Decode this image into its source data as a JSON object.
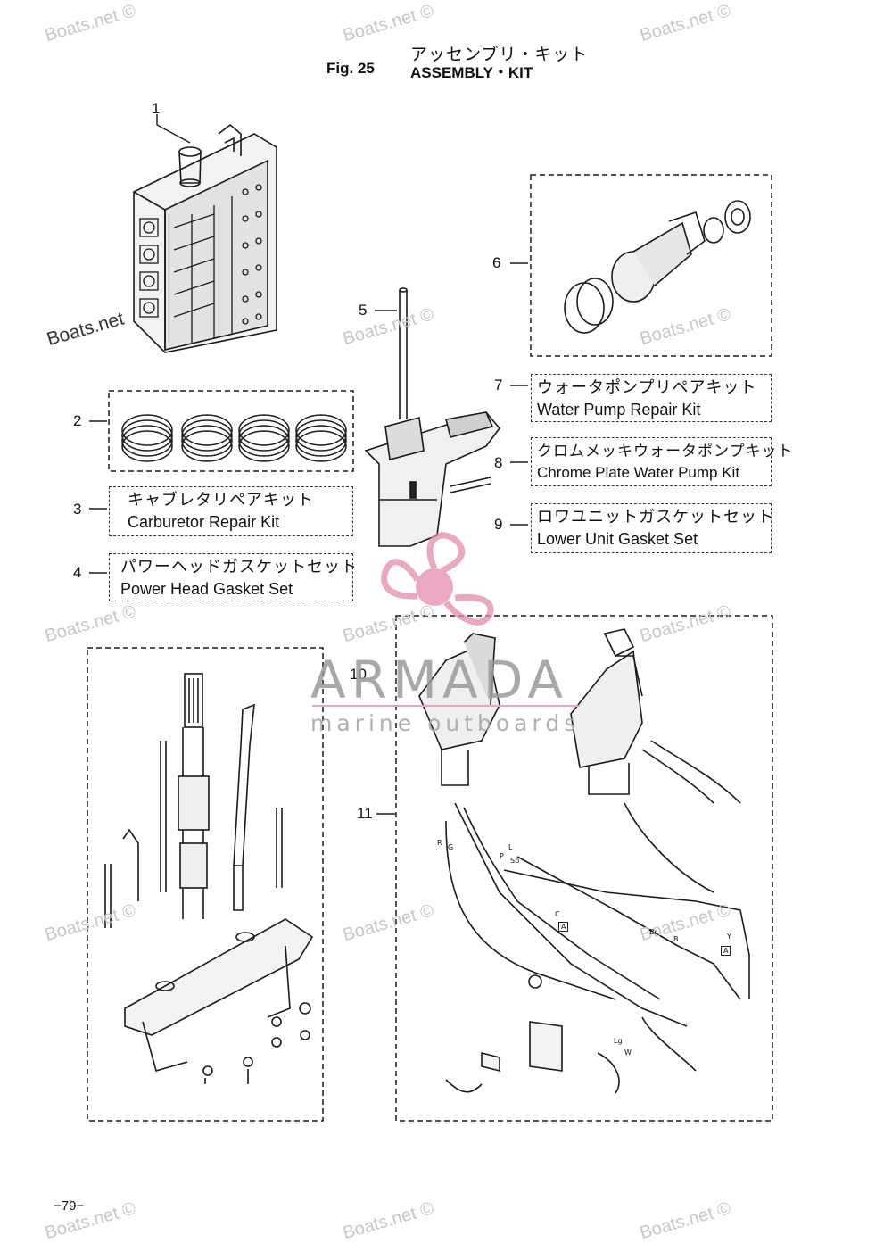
{
  "header": {
    "title_jp": "アッセンブリ・キット",
    "fig_label": "Fig. 25",
    "title_en": "ASSEMBLY・KIT"
  },
  "callouts": [
    "1",
    "2",
    "3",
    "4",
    "5",
    "6",
    "7",
    "8",
    "9",
    "10",
    "11"
  ],
  "kits": {
    "carburetor": {
      "jp": "キャブレタリペアキット",
      "en": "Carburetor Repair Kit"
    },
    "power_head_gasket": {
      "jp": "パワーヘッドガスケットセット",
      "en": "Power Head Gasket Set"
    },
    "water_pump": {
      "jp": "ウォータポンプリペアキット",
      "en": "Water Pump Repair Kit"
    },
    "chrome_pump": {
      "jp": "クロムメッキウォータポンプキット",
      "en": "Chrome Plate Water Pump Kit"
    },
    "lower_unit_gasket": {
      "jp": "ロワユニットガスケットセット",
      "en": "Lower Unit Gasket Set"
    }
  },
  "watermarks": {
    "boats": "Boats.net ©",
    "boats_bold": "Boats.net"
  },
  "logo": {
    "name": "ARMADA",
    "tagline": "marine outboards",
    "accent_color": "#e38cb0"
  },
  "wire_labels": [
    "R",
    "G",
    "L",
    "P",
    "Sb",
    "Y",
    "B",
    "W",
    "Br",
    "Lg",
    "C",
    "A"
  ],
  "page_number": "−79−"
}
